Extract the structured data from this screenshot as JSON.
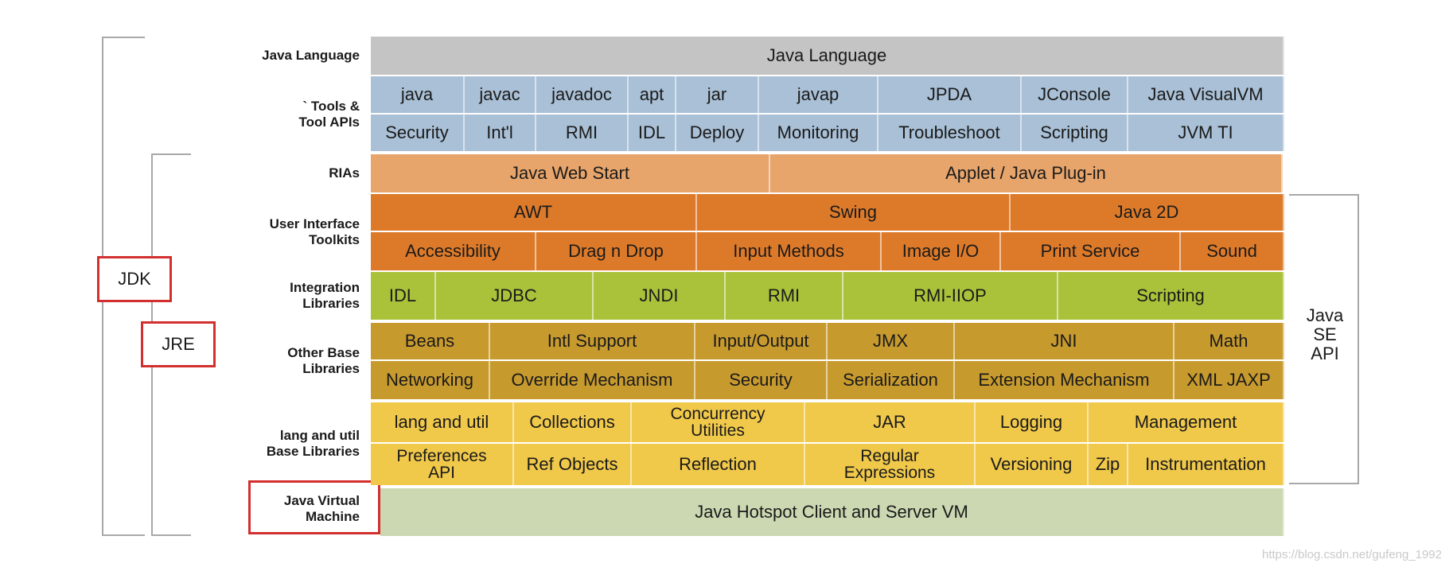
{
  "row_labels": {
    "language": "Java Language",
    "tools": "` Tools &\nTool APIs",
    "rias": "RIAs",
    "ui": "User Interface\nToolkits",
    "integration": "Integration\nLibraries",
    "other_base": "Other Base\nLibraries",
    "lang_util": "lang and util\nBase Libraries",
    "jvm": "Java Virtual\nMachine"
  },
  "brackets": {
    "jdk": "JDK",
    "jre": "JRE",
    "java_se_api": "Java\nSE\nAPI"
  },
  "colors": {
    "language": "#c4c4c4",
    "tools": "#a9c0d6",
    "rias": "#e7a56b",
    "ui": "#dd7a2a",
    "integration": "#a9c23a",
    "other_base": "#c79a2e",
    "lang_util": "#f0c84a",
    "jvm": "#cbd8b2",
    "red": "#d32f2f"
  },
  "cells": {
    "language": [
      "Java Language"
    ],
    "tools_1": [
      "java",
      "javac",
      "javadoc",
      "apt",
      "jar",
      "javap",
      "JPDA",
      "JConsole",
      "Java VisualVM"
    ],
    "tools_2": [
      "Security",
      "Int'l",
      "RMI",
      "IDL",
      "Deploy",
      "Monitoring",
      "Troubleshoot",
      "Scripting",
      "JVM TI"
    ],
    "rias": [
      "Java Web Start",
      "Applet / Java Plug-in"
    ],
    "ui_1": [
      "AWT",
      "Swing",
      "Java 2D"
    ],
    "ui_2": [
      "Accessibility",
      "Drag n Drop",
      "Input Methods",
      "Image I/O",
      "Print Service",
      "Sound"
    ],
    "integration": [
      "IDL",
      "JDBC",
      "JNDI",
      "RMI",
      "RMI-IIOP",
      "Scripting"
    ],
    "other_1": [
      "Beans",
      "Intl Support",
      "Input/Output",
      "JMX",
      "JNI",
      "Math"
    ],
    "other_2": [
      "Networking",
      "Override Mechanism",
      "Security",
      "Serialization",
      "Extension Mechanism",
      "XML JAXP"
    ],
    "lang_1": [
      "lang and util",
      "Collections",
      "Concurrency\nUtilities",
      "JAR",
      "Logging",
      "Management"
    ],
    "lang_2": [
      "Preferences\nAPI",
      "Ref Objects",
      "Reflection",
      "Regular\nExpressions",
      "Versioning",
      "Zip",
      "Instrumentation"
    ],
    "jvm": [
      "Java Hotspot Client and Server VM"
    ]
  },
  "watermark": "https://blog.csdn.net/gufeng_1992"
}
